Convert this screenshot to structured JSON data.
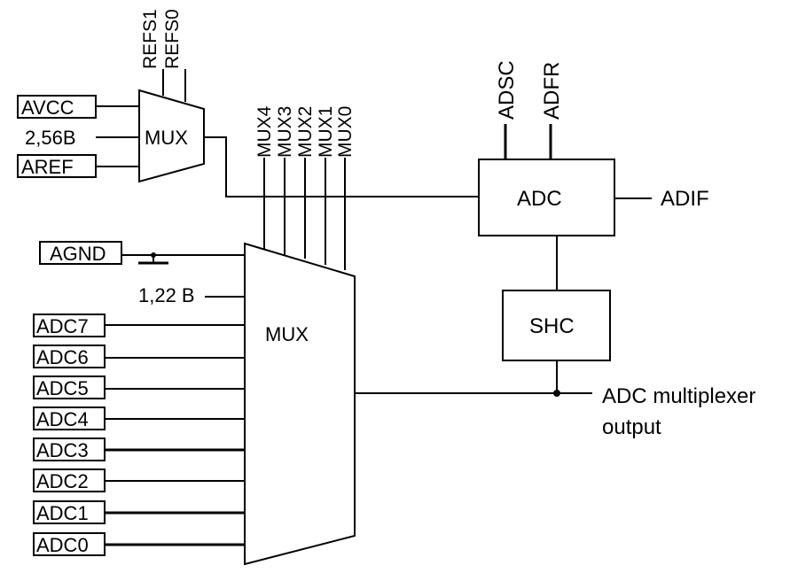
{
  "ref_mux": {
    "label": "MUX",
    "inputs": [
      "AVCC",
      "2,56B",
      "AREF"
    ],
    "select": [
      "REFS1",
      "REFS0"
    ]
  },
  "input_mux": {
    "label": "MUX",
    "select": [
      "MUX4",
      "MUX3",
      "MUX2",
      "MUX1",
      "MUX0"
    ],
    "agnd": "AGND",
    "bandgap": "1,22 B",
    "channels": [
      "ADC7",
      "ADC6",
      "ADC5",
      "ADC4",
      "ADC3",
      "ADC2",
      "ADC1",
      "ADC0"
    ]
  },
  "adc": {
    "label": "ADC",
    "controls": [
      "ADSC",
      "ADFR"
    ],
    "output": "ADIF"
  },
  "shc": {
    "label": "SHC"
  },
  "mux_output": {
    "line1": "ADC multiplexer",
    "line2": "output"
  }
}
